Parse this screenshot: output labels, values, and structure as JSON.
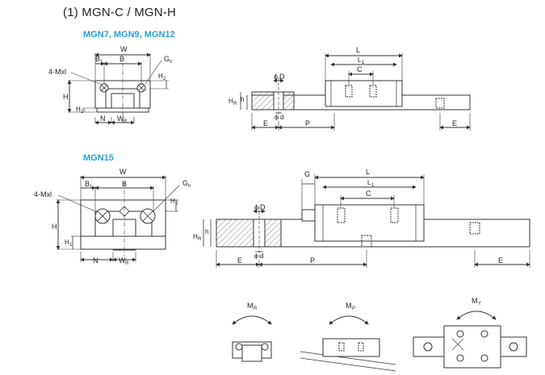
{
  "header": {
    "title": "(1) MGN-C / MGN-H"
  },
  "sections": {
    "small": "MGN7, MGN9, MGN12",
    "large": "MGN15"
  },
  "labels": {
    "W": "W",
    "B": "B",
    "B1": "B",
    "B1_sub": "1",
    "G": "G",
    "Gn_sub": "n",
    "H": "H",
    "H1_sub": "1",
    "H2_sub": "2",
    "HR_sub": "R",
    "N": "N",
    "WR": "W",
    "WR_sub": "R",
    "Mxl": "4-Mxl",
    "L": "L",
    "L1_sub": "1",
    "C": "C",
    "D": "D",
    "d": "d",
    "h": "h",
    "E": "E",
    "P": "P",
    "phi": "ϕ",
    "MR": "M",
    "MR_sub": "R",
    "MP": "M",
    "MP_sub": "P",
    "MY": "M",
    "MY_sub": "Y"
  },
  "colors": {
    "line": "#333333",
    "accent": "#2a9fd6",
    "fill": "#ffffff",
    "hatch": "#555555"
  }
}
